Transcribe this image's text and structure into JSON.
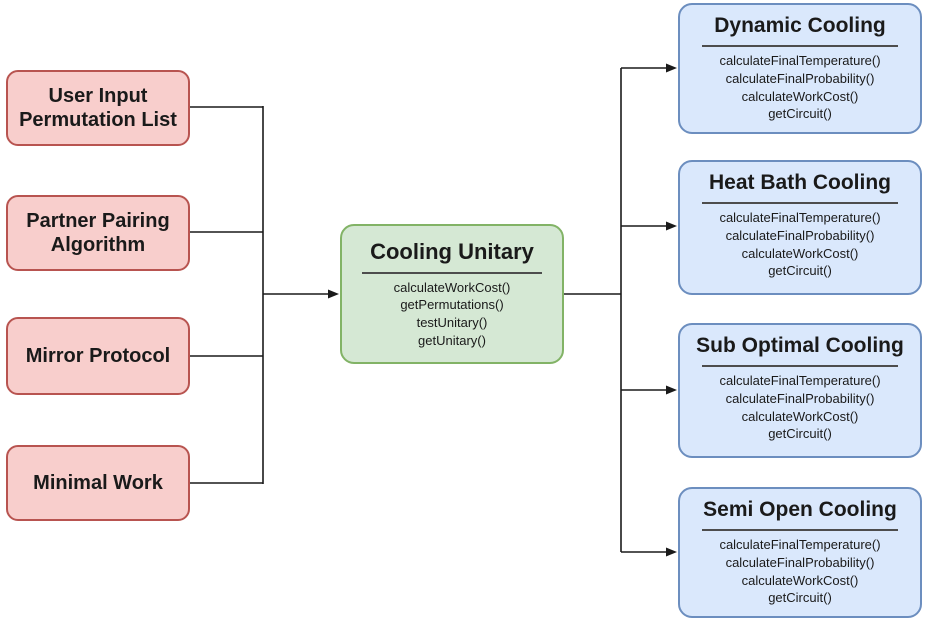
{
  "colors": {
    "input_fill": "#f8cecc",
    "input_border": "#b85450",
    "center_fill": "#d5e8d4",
    "center_border": "#82b366",
    "output_fill": "#dae8fc",
    "output_border": "#6c8ebf",
    "connector": "#1a1a1a"
  },
  "diagram": {
    "inputs": [
      {
        "label": "User Input Permutation List"
      },
      {
        "label": "Partner Pairing Algorithm"
      },
      {
        "label": "Mirror Protocol"
      },
      {
        "label": "Minimal Work"
      }
    ],
    "center": {
      "title": "Cooling Unitary",
      "methods": {
        "0": "calculateWorkCost()",
        "1": "getPermutations()",
        "2": "testUnitary()",
        "3": "getUnitary()"
      }
    },
    "outputs": [
      {
        "title": "Dynamic Cooling",
        "methods": {
          "0": "calculateFinalTemperature()",
          "1": "calculateFinalProbability()",
          "2": "calculateWorkCost()",
          "3": "getCircuit()"
        }
      },
      {
        "title": "Heat Bath Cooling",
        "methods": {
          "0": "calculateFinalTemperature()",
          "1": "calculateFinalProbability()",
          "2": "calculateWorkCost()",
          "3": "getCircuit()"
        }
      },
      {
        "title": "Sub Optimal Cooling",
        "methods": {
          "0": "calculateFinalTemperature()",
          "1": "calculateFinalProbability()",
          "2": "calculateWorkCost()",
          "3": "getCircuit()"
        }
      },
      {
        "title": "Semi Open Cooling",
        "methods": {
          "0": "calculateFinalTemperature()",
          "1": "calculateFinalProbability()",
          "2": "calculateWorkCost()",
          "3": "getCircuit()"
        }
      }
    ]
  }
}
